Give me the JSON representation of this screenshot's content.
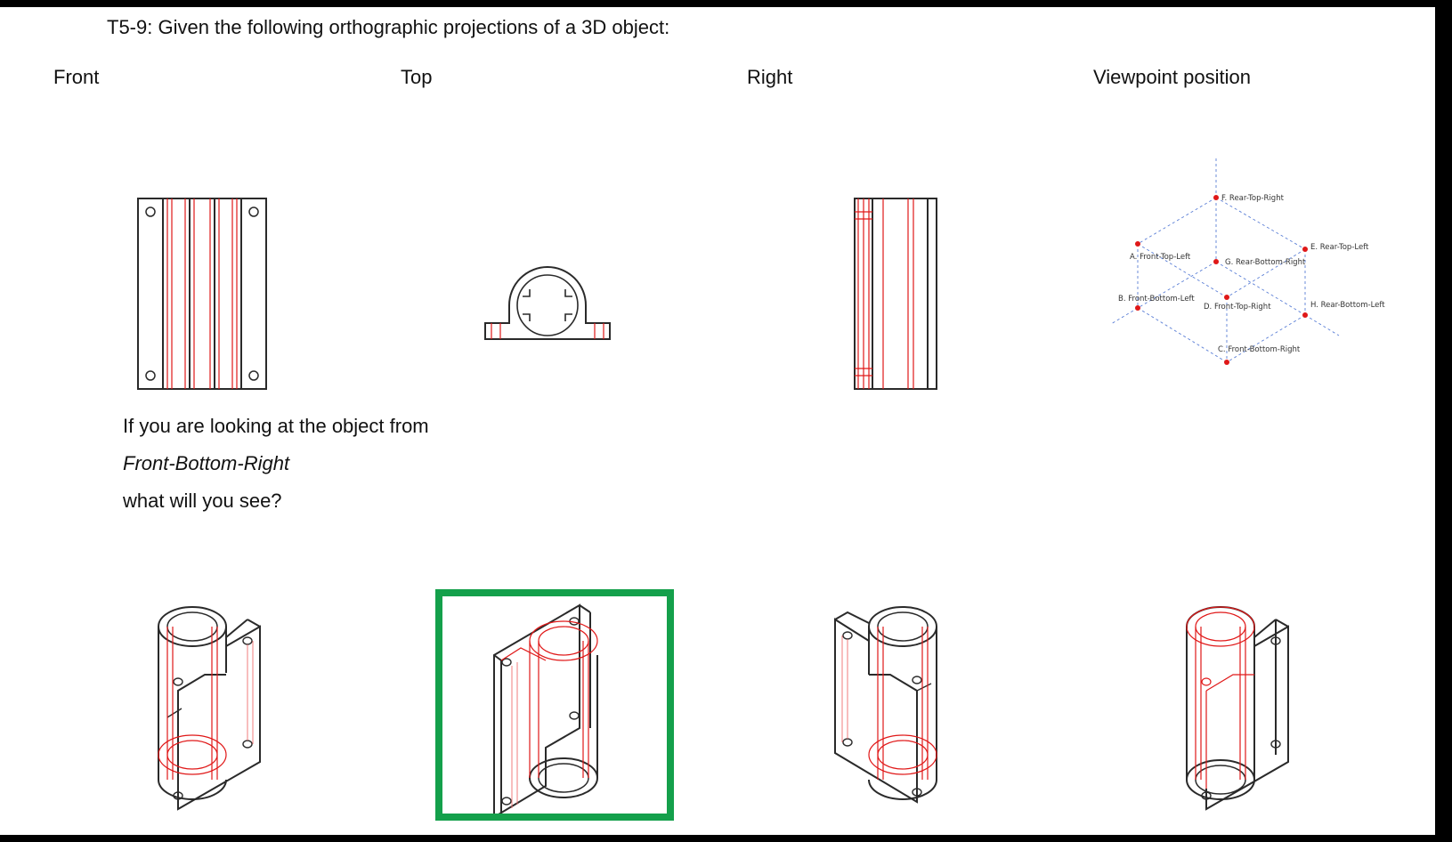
{
  "question": {
    "title": "T5-9: Given the following orthographic projections of a 3D object:",
    "line1": "If you are looking at the object from",
    "viewpoint": "Front-Bottom-Right",
    "line3": "what will you see?"
  },
  "views": {
    "front": "Front",
    "top": "Top",
    "right": "Right",
    "viewpoint": "Viewpoint position"
  },
  "viewpoint_points": {
    "F": "F. Rear-Top-Right",
    "E": "E. Rear-Top-Left",
    "A": "A. Front-Top-Left",
    "G": "G. Rear-Bottom-Right",
    "B": "B. Front-Bottom-Left",
    "D": "D. Front-Top-Right",
    "H": "H. Rear-Bottom-Left",
    "C": "C. Front-Bottom-Right"
  },
  "options_selected_index": 2,
  "colors": {
    "hidden_lines": "#e01818",
    "visible_lines": "#2a2a2a",
    "selection": "#14a04b",
    "axes": "#5b7fd6"
  }
}
